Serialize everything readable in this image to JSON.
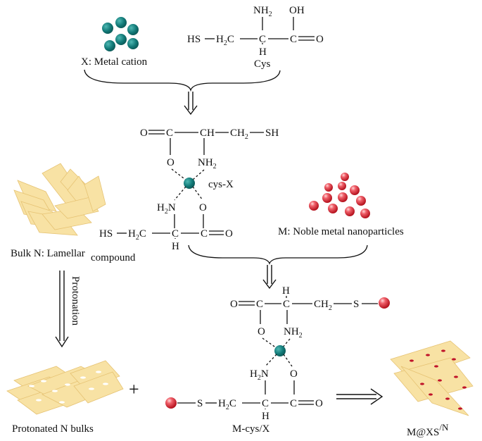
{
  "labels": {
    "metal_cation": "X: Metal cation",
    "cys": "Cys",
    "cys_x": "cys-X",
    "noble_metal": "M: Noble metal nanoparticles",
    "bulk_n": "Bulk N: Lamellar",
    "compound": "compound",
    "protonation": "Protonation",
    "protonated_bulks": "Protonated N bulks",
    "m_cys_x": "M-cys/X",
    "product": "M@XS",
    "product_sup": "/N",
    "plus": "+"
  },
  "chem": {
    "NH2": "NH",
    "OH": "OH",
    "HS": "HS",
    "SH": "SH",
    "H2C": "H",
    "C2": "C",
    "CH2": "CH",
    "sub2": "2",
    "C": "C",
    "H": "H",
    "O": "O",
    "S": "S",
    "N": "N",
    "CH": "CH",
    "dbl_O_left": "O",
    "dbl_O_right": "O"
  },
  "colors": {
    "metal_cation": "#127a78",
    "noble_metal": "#d81e2c",
    "sheet": "#f8e2a4",
    "sheet_edge": "#e6c374"
  }
}
